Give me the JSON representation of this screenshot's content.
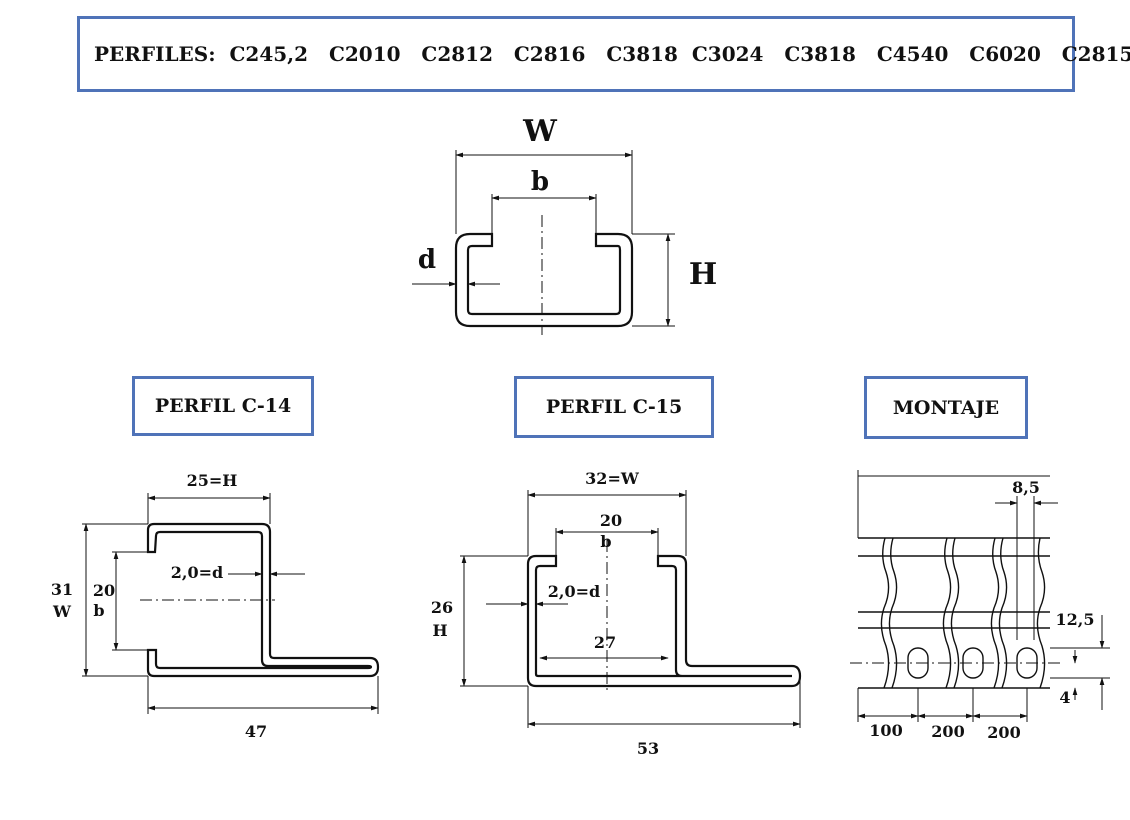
{
  "title": "PERFILES:  C245,2   C2010   C2812   C2816   C3818  C3024   C3818   C4540   C6020   C2815",
  "main_diagram": {
    "w": "W",
    "b": "b",
    "d": "d",
    "h": "H"
  },
  "c14": {
    "title": "PERFIL C-14",
    "top_dim": "25=H",
    "d_label": "2,0=d",
    "left_outer_num": "31",
    "left_outer_sym": "W",
    "left_inner_num": "20",
    "left_inner_sym": "b",
    "bottom_dim": "47"
  },
  "c15": {
    "title": "PERFIL C-15",
    "top_dim": "32=W",
    "b_num": "20",
    "b_sym": "b",
    "d_label": "2,0=d",
    "h_num": "26",
    "h_sym": "H",
    "inner_dim": "27",
    "bottom_dim": "53"
  },
  "montaje": {
    "title": "MONTAJE",
    "dim_top": "8,5",
    "dim_right": "12,5",
    "dim_small": "4",
    "dim_100": "100",
    "dim_200a": "200",
    "dim_200b": "200"
  }
}
